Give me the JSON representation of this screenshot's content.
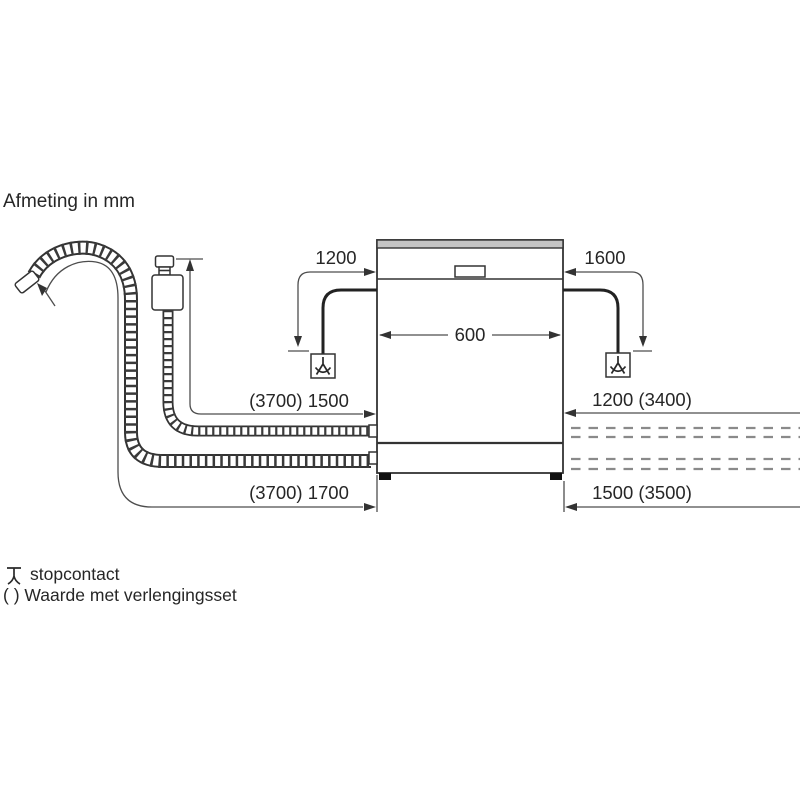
{
  "title": "Afmeting in mm",
  "appliance": {
    "width_mm": "600"
  },
  "power": {
    "left_socket_distance": "1200",
    "right_socket_distance": "1600",
    "socket_icon": "socket-icon"
  },
  "hoses_front": {
    "supply": "(3700) 1500",
    "drain": "(3700) 1700"
  },
  "hoses_rear": {
    "supply": "1200 (3400)",
    "drain": "1500 (3500)"
  },
  "legend": {
    "socket": "stopcontact",
    "extension_set": "( ) Waarde met verlengingsset"
  },
  "colors": {
    "line": "#333333",
    "text": "#262626",
    "worktop_fill": "#c4c4c4",
    "dashed_hose_extension": "#8a8a8a"
  }
}
